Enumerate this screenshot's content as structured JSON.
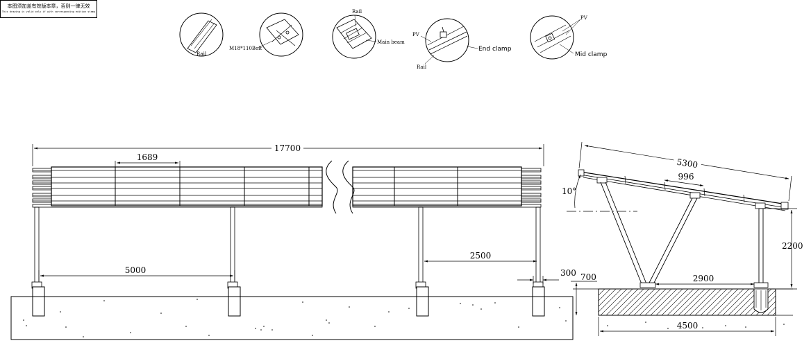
{
  "stamp": {
    "line1": "本图须加盖有效版本章，否则一律无效",
    "line2": "This drawing is valid only if with corresponding edition stamp"
  },
  "details": {
    "rail": "Rail",
    "bolt": "M18*110Bolt",
    "rail2": "Rail",
    "main_beam": "Main beam",
    "pv1": "PV",
    "end_clamp": "End clamp",
    "rail3": "Rail",
    "pv2": "PV",
    "mid_clamp": "Mid clamp"
  },
  "front_view": {
    "total_length": "17700",
    "panel_width": "1689",
    "post_spacing_left": "5000",
    "post_spacing_right": "2500",
    "end_offset": "300"
  },
  "side_view": {
    "slope_length": "5300",
    "panel_pitch": "996",
    "tilt_angle": "10°",
    "height": "2200",
    "post_spacing": "2900",
    "foundation_width": "4500",
    "foundation_depth": "700"
  },
  "colors": {
    "line": "#000000",
    "background": "#ffffff"
  }
}
